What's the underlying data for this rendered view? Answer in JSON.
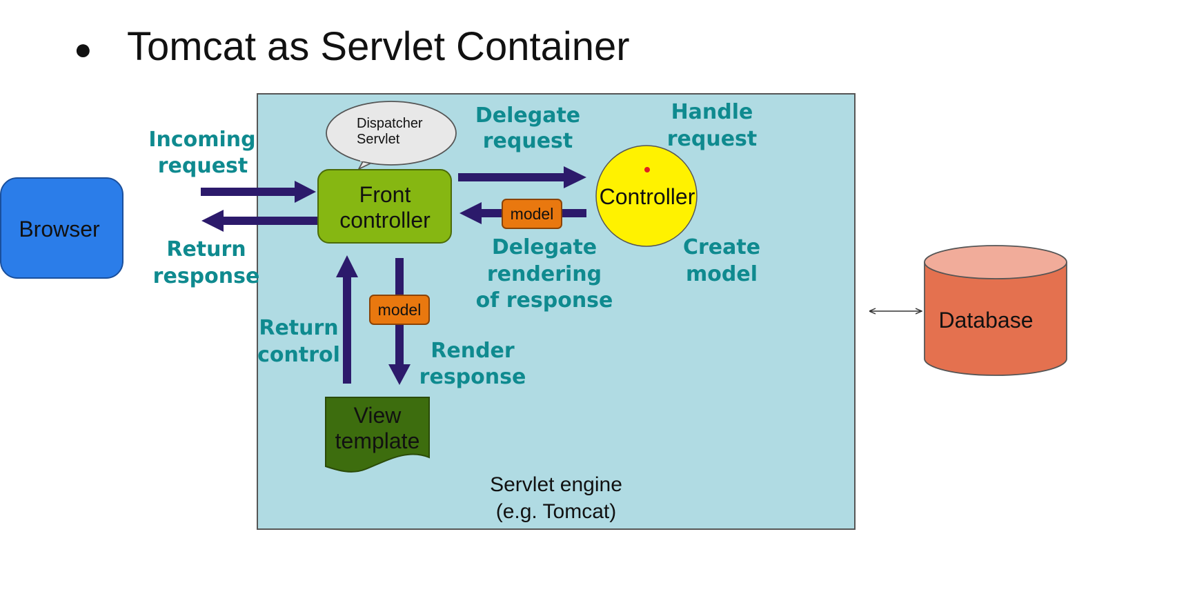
{
  "title": {
    "bullet": "●",
    "text": "Tomcat as Servlet Container"
  },
  "nodes": {
    "browser": "Browser",
    "dispatcher": [
      "Dispatcher",
      "Servlet"
    ],
    "front_controller": [
      "Front",
      "controller"
    ],
    "controller": "Controller",
    "model_right": "model",
    "model_down": "model",
    "view_template": [
      "View",
      "template"
    ],
    "servlet_engine": [
      "Servlet engine",
      "(e.g. Tomcat)"
    ],
    "database": "Database"
  },
  "labels": {
    "incoming_request": [
      "Incoming",
      "request"
    ],
    "return_response": [
      "Return",
      "response"
    ],
    "delegate_request": [
      "Delegate",
      "request"
    ],
    "handle_request": [
      "Handle",
      "request"
    ],
    "delegate_rendering": [
      "Delegate",
      "rendering",
      "of response"
    ],
    "create_model": [
      "Create",
      "model"
    ],
    "return_control": [
      "Return",
      "control"
    ],
    "render_response": [
      "Render",
      "response"
    ]
  },
  "colors": {
    "container_fill": "#b0dbe3",
    "browser_fill": "#2b7de9",
    "front_controller_fill": "#86b712",
    "controller_fill": "#fff200",
    "model_fill": "#e9780f",
    "view_fill": "#3d6d0e",
    "database_fill": "#e4714f",
    "database_top": "#f1ac9a",
    "arrow_color": "#2c1a6b",
    "label_color": "#0f8a8f"
  }
}
